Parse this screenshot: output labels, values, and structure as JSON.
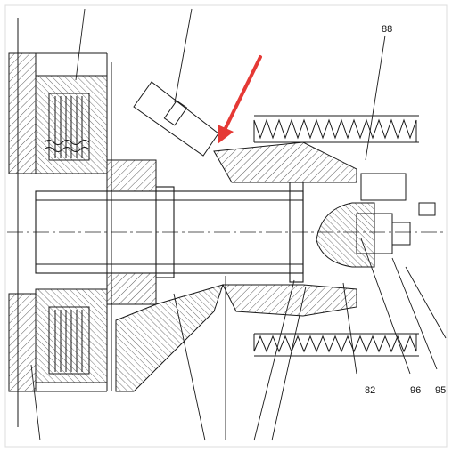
{
  "drawing": {
    "part_labels": {
      "label_88": "88",
      "label_82": "82",
      "label_96": "96",
      "label_95": "95"
    },
    "colors": {
      "line": "#1a1a1a",
      "pointer_arrow": "#e53935",
      "background": "#ffffff"
    }
  }
}
